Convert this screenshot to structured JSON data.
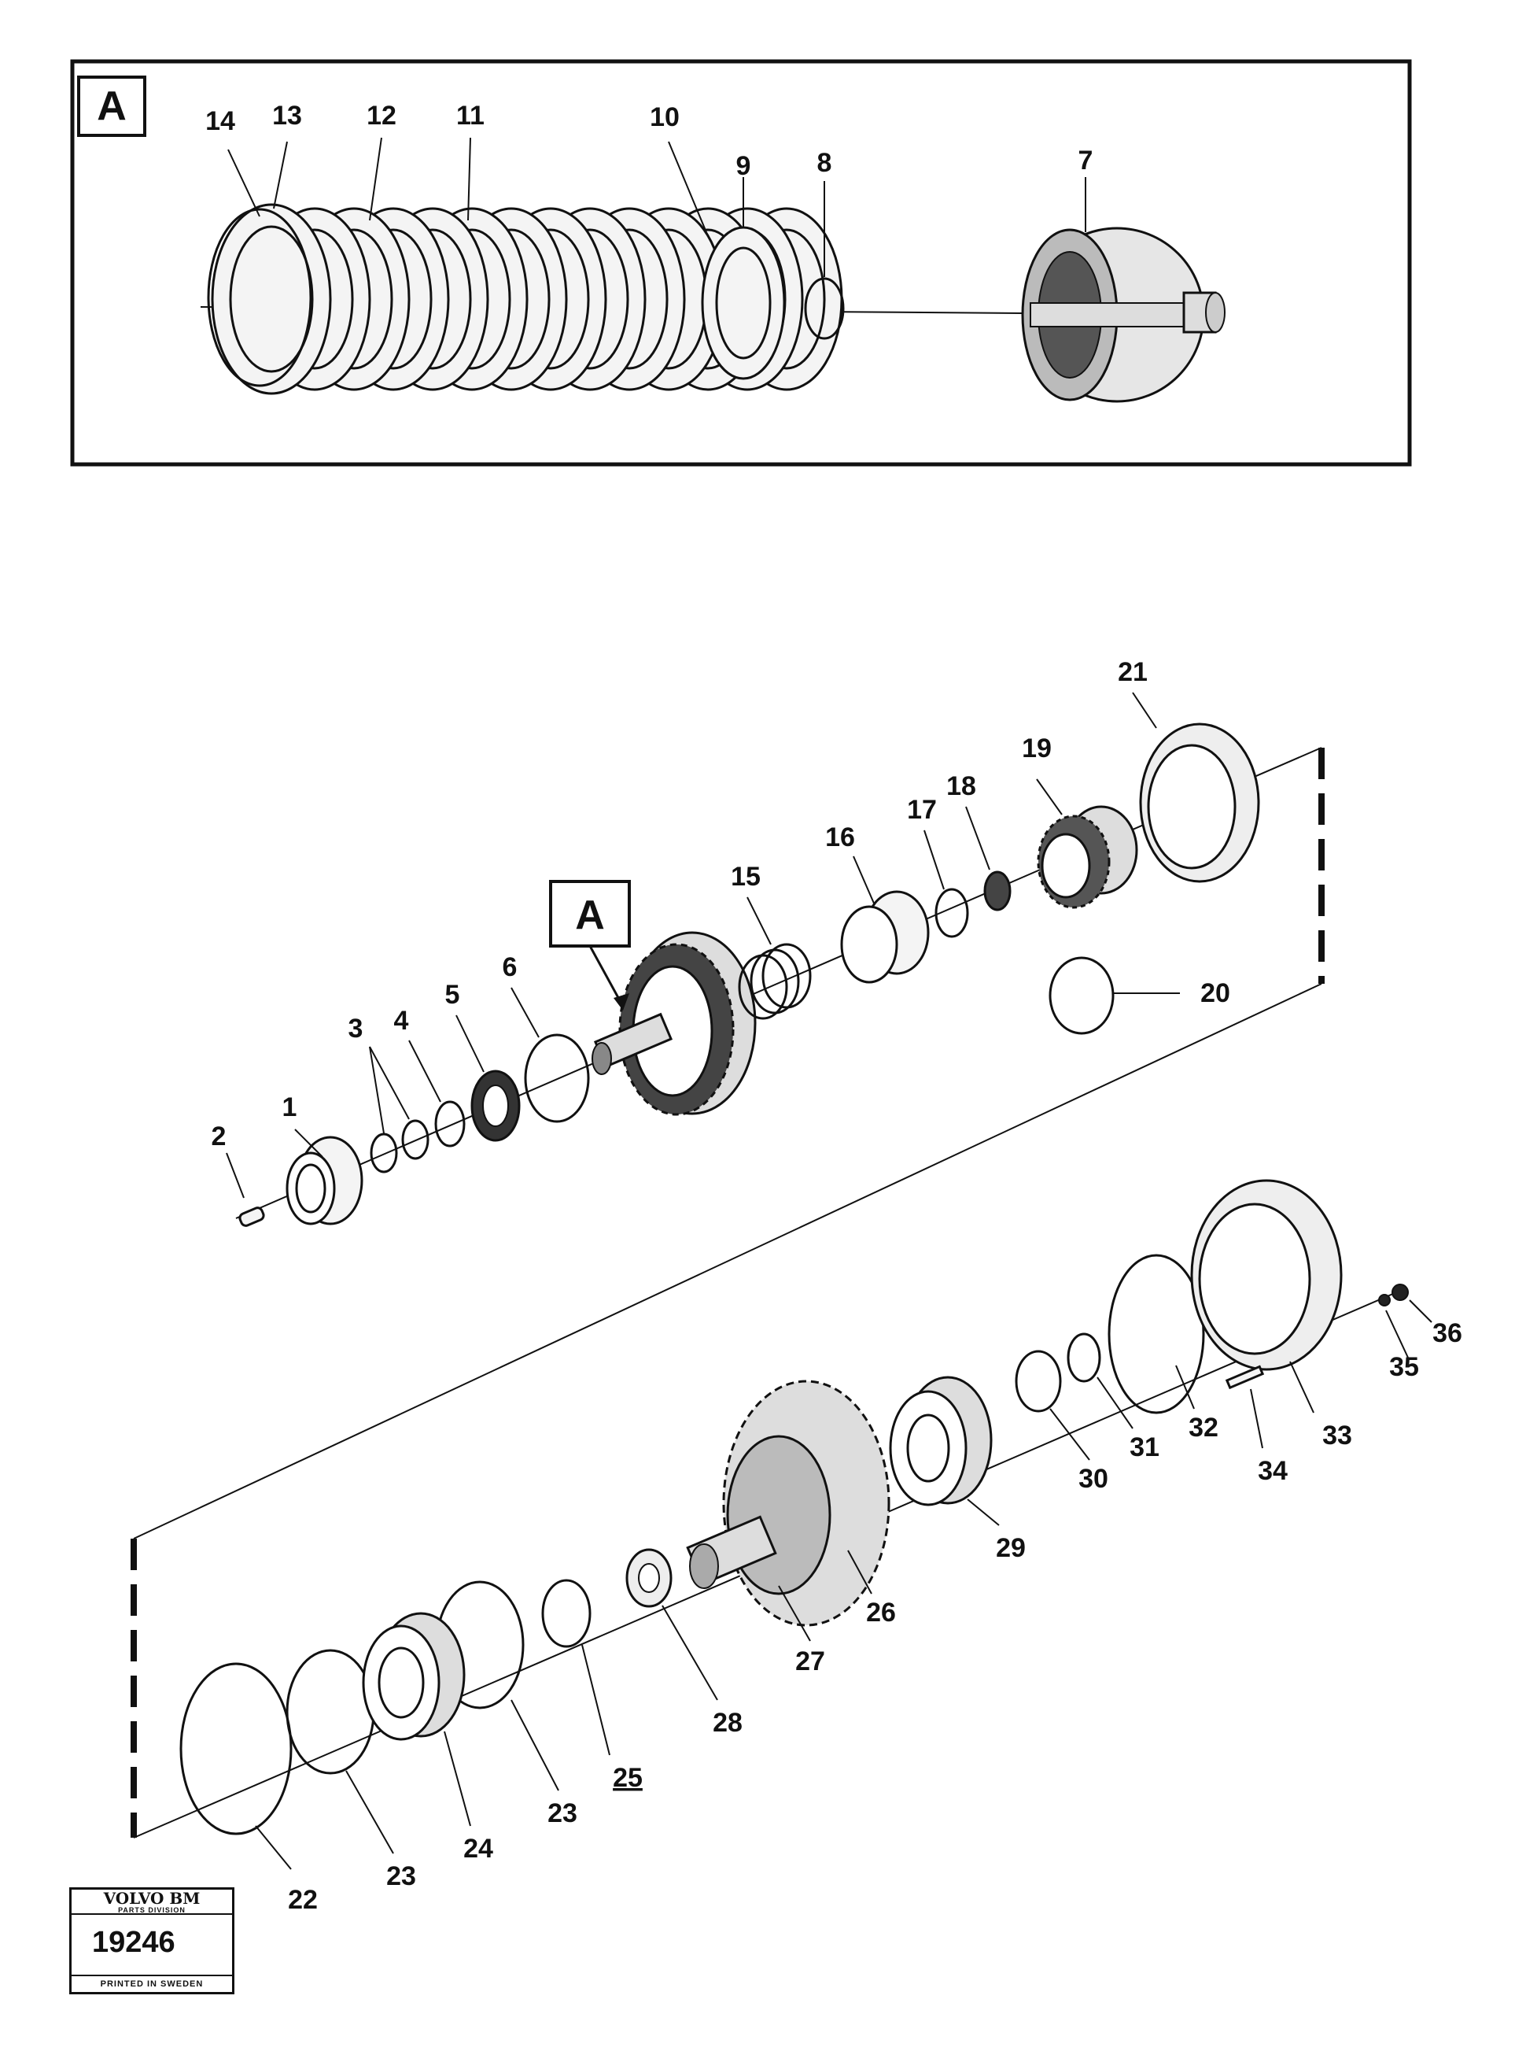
{
  "detail_box": {
    "tag": "A",
    "labels": [
      "14",
      "13",
      "12",
      "11",
      "10",
      "9",
      "8",
      "7"
    ]
  },
  "main_view": {
    "callout_tag": "A",
    "labels": [
      "1",
      "2",
      "3",
      "4",
      "5",
      "6",
      "15",
      "16",
      "17",
      "18",
      "19",
      "20",
      "21",
      "22",
      "23",
      "23",
      "24",
      "25",
      "26",
      "27",
      "28",
      "29",
      "30",
      "31",
      "32",
      "33",
      "34",
      "35",
      "36"
    ]
  },
  "stamp": {
    "brand": "VOLVO BM",
    "division": "PARTS DIVISION",
    "number": "19246",
    "footer": "PRINTED IN SWEDEN"
  }
}
